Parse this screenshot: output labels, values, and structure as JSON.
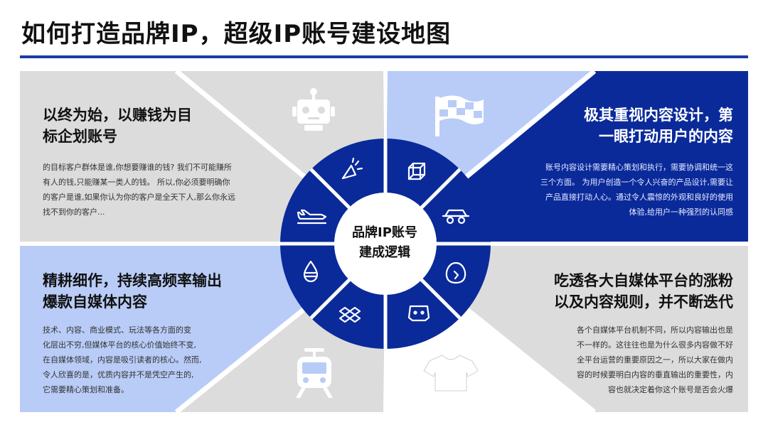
{
  "title": "如何打造品牌IP，超级IP账号建设地图",
  "center": {
    "line1": "品牌IP账号",
    "line2": "建成逻辑"
  },
  "quadrants": {
    "top_left": {
      "heading": [
        "以终为始，以赚钱为目",
        "标企划账号"
      ],
      "body": [
        "的目标客户群体是谁,你想要赚谁的钱? 我们不可能赚所",
        "有人的钱,只能赚某一类人的钱。 所以,你必须要明确你",
        "的客户是谁,如果你认为你的客户是全天下人,那么你永远",
        "找不到你的客户..."
      ],
      "icon": "robot-icon"
    },
    "top_right": {
      "heading": [
        "极其重视内容设计，第",
        "一眼打动用户的内容"
      ],
      "body": [
        "账号内容设计需要精心策划和执行，需要协调和统一这",
        "三个方面。 为用户创造一个令人兴奋的产品设计,需要让",
        "产品直接打动人心。通过令人震惊的外观和良好的使用",
        "体验,给用户一种强烈的认同感"
      ],
      "icon": "checkered-flag-icon"
    },
    "bottom_left": {
      "heading": [
        "精耕细作，持续高频率输出",
        "爆款自媒体内容"
      ],
      "body": [
        "技术、内容、商业模式、玩法等各方面的变",
        "化层出不穷,但媒体平台的核心价值始终不变,",
        "在自媒体领域，内容是吸引读者的核心。然而,",
        "令人欣喜的是，优质内容并不是凭空产生的,",
        "它需要精心策划和准备。"
      ],
      "icon": "train-icon"
    },
    "bottom_right": {
      "heading": [
        "吃透各大自媒体平台的涨粉",
        "以及内容规则，并不断迭代"
      ],
      "body": [
        "各个自媒体平台机制不同，所以内容输出也是",
        "不一样的。这往往也是为什么很多内容做不好",
        "全平台运营的重要原因之一，所以大家在做内",
        "容的时候要明白内容的垂直输出的重要性，内",
        "容也就决定着你这个账号是否会火爆"
      ],
      "icon": "tshirt-icon"
    }
  },
  "ring_icons": [
    "party-popper-icon",
    "cube-icon",
    "car-icon",
    "egg-icon",
    "game-controller-icon",
    "dropbox-icon",
    "water-drop-icon",
    "airplane-icon"
  ],
  "colors": {
    "navy": "#0a2a9a",
    "light_blue": "#b8ccf7",
    "gray": "#dcdcdc",
    "title_rule": "#1a3aa8"
  }
}
